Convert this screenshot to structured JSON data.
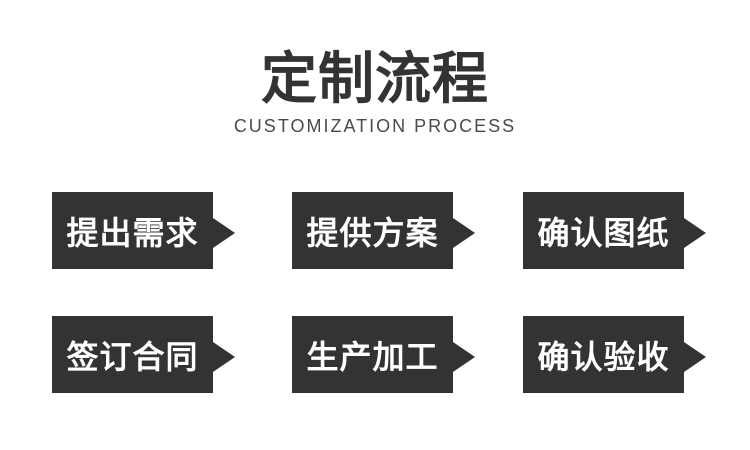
{
  "header": {
    "title": "定制流程",
    "subtitle": "CUSTOMIZATION PROCESS"
  },
  "steps": [
    {
      "label": "提出需求"
    },
    {
      "label": "提供方案"
    },
    {
      "label": "确认图纸"
    },
    {
      "label": "签订合同"
    },
    {
      "label": "生产加工"
    },
    {
      "label": "确认验收"
    }
  ],
  "icons": {
    "step_arrow": "right-pointing-triangle"
  },
  "colors": {
    "background": "#ffffff",
    "box_bg": "#333333",
    "box_text": "#ffffff",
    "title_text": "#333333",
    "subtitle_text": "#4a4a4a"
  }
}
